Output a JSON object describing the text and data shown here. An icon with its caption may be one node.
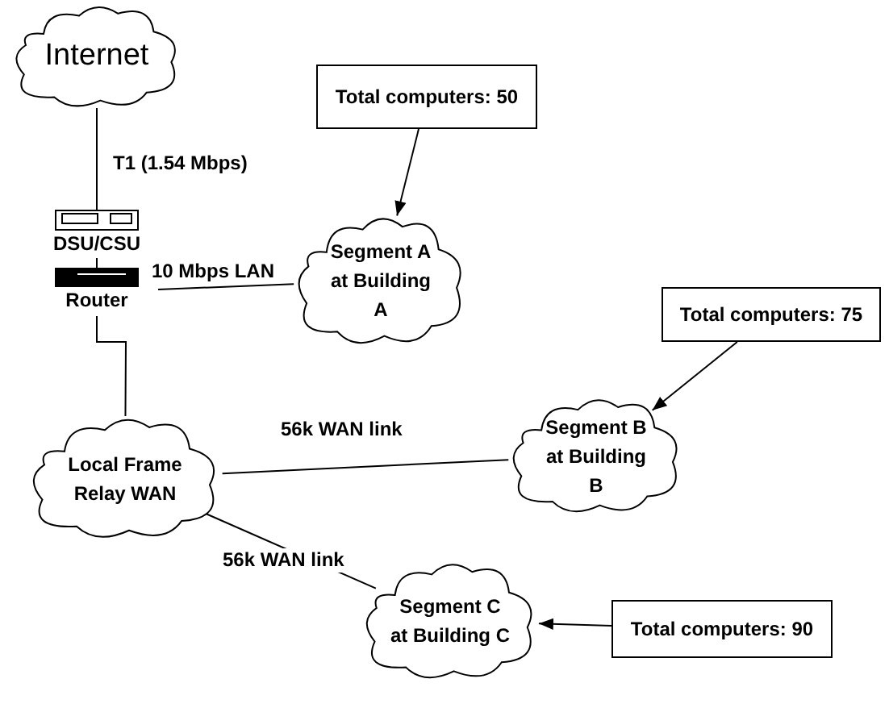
{
  "diagram": {
    "nodes": [
      {
        "text": [
          "Internet"
        ]
      },
      {
        "text": [
          "DSU/CSU"
        ]
      },
      {
        "text": [
          "Router"
        ]
      },
      {
        "text": [
          "Total computers: 50"
        ]
      },
      {
        "text": [
          "Segment A at Building A"
        ]
      },
      {
        "text": [
          "Total computers: 75"
        ]
      },
      {
        "text": [
          "Segment B at Building B"
        ]
      },
      {
        "text": [
          "Local Frame Relay WAN"
        ]
      },
      {
        "text": [
          "Segment C at Building C"
        ]
      },
      {
        "text": [
          "Total computers: 90"
        ]
      }
    ],
    "edges": [
      {
        "from": 0,
        "to": 1,
        "arrow": "none",
        "label": "T1 (1.54 Mbps)"
      },
      {
        "from": 1,
        "to": 2,
        "arrow": "none"
      },
      {
        "from": 2,
        "to": 4,
        "arrow": "none",
        "label": "10 Mbps LAN"
      },
      {
        "from": 2,
        "to": 7,
        "arrow": "none"
      },
      {
        "from": 7,
        "to": 6,
        "arrow": "none",
        "label": "56k WAN link"
      },
      {
        "from": 7,
        "to": 8,
        "arrow": "none",
        "label": "56k WAN link"
      },
      {
        "from": 3,
        "to": 4,
        "arrow": "to"
      },
      {
        "from": 5,
        "to": 6,
        "arrow": "to"
      },
      {
        "from": 9,
        "to": 8,
        "arrow": "to"
      }
    ]
  }
}
